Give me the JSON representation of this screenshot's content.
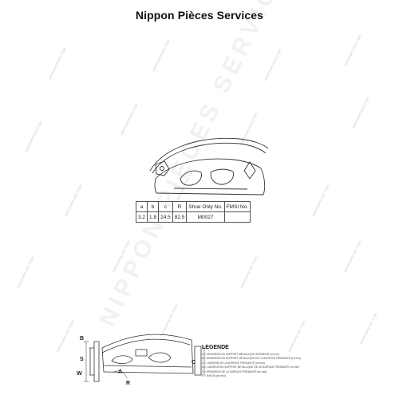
{
  "title": "Nippon Pièces Services",
  "watermark": {
    "small_text": "NIPPONPIECES.COM",
    "big_text": "NIPPON PIÈCES SERVICES"
  },
  "spec_table": {
    "headers": [
      "a",
      "b",
      "c",
      "R",
      "Shoe Only No.",
      "FMSI No."
    ],
    "rows": [
      [
        "3.2",
        "1.8",
        "24.5",
        "82.5",
        "M0027",
        ""
      ]
    ]
  },
  "diagram_labels": {
    "B": "B",
    "S": "S",
    "W": "W",
    "A": "A",
    "R": "R",
    "C": "C"
  },
  "legend": {
    "title": "LEGENDE",
    "lines": [
      "A = EPAISSEUR DU SUPPORT METALLIQUE INTERIEUR (en mm)",
      "B = EPAISSEUR DU SUPPORT METALLIQUE DE LA SURFACE FREINANTE (en mm)",
      "C = LARGEUR DE LA SURFACE FREINANTE (en mm)",
      "W = LARGEUR DU SUPPORT METALLIQUE DE LA SURFACE FREINANTE (en mm)",
      "S = EPAISSEUR DE LA SURFACE FREINANTE (en mm)",
      "R = RAYON (en mm)"
    ]
  },
  "colors": {
    "line": "#333333",
    "watermark": "#c9c9c9"
  }
}
